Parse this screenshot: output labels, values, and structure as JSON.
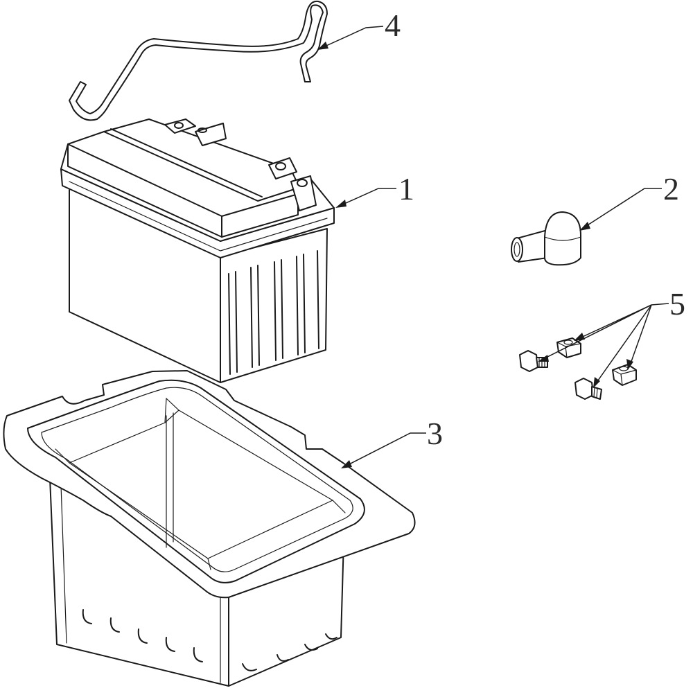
{
  "callouts": {
    "battery": "1",
    "terminal_cap": "2",
    "battery_tray": "3",
    "vent_hose": "4",
    "bolts_nuts": "5"
  }
}
